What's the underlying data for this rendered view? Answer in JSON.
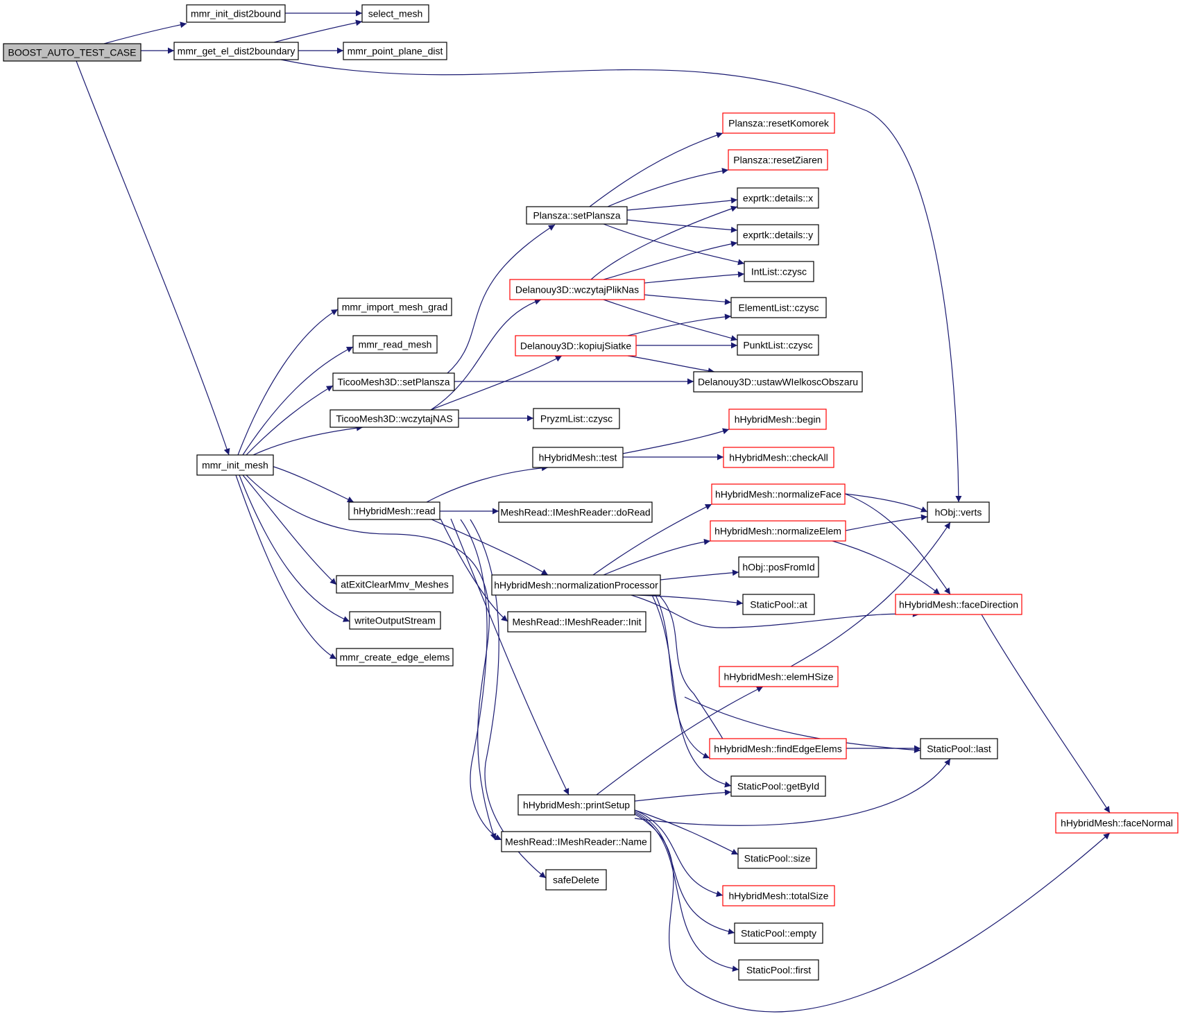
{
  "colors": {
    "edge": "#191970",
    "node_border": "#000000",
    "node_border_truncated": "#ff0000",
    "root_fill": "#bfbfbf",
    "node_fill": "#ffffff"
  },
  "nodes": [
    {
      "id": "boost",
      "label": "BOOST_AUTO_TEST_CASE",
      "root": true
    },
    {
      "id": "init_dist2bound",
      "label": "mmr_init_dist2bound"
    },
    {
      "id": "select_mesh",
      "label": "select_mesh"
    },
    {
      "id": "get_el_dist",
      "label": "mmr_get_el_dist2boundary"
    },
    {
      "id": "point_plane",
      "label": "mmr_point_plane_dist"
    },
    {
      "id": "resetKomorek",
      "label": "Plansza::resetKomorek",
      "truncated": true
    },
    {
      "id": "resetZiaren",
      "label": "Plansza::resetZiaren",
      "truncated": true
    },
    {
      "id": "setPlansza",
      "label": "Plansza::setPlansza"
    },
    {
      "id": "det_x",
      "label": "exprtk::details::x"
    },
    {
      "id": "det_y",
      "label": "exprtk::details::y"
    },
    {
      "id": "intlist",
      "label": "IntList::czysc"
    },
    {
      "id": "wczytajPlikNas",
      "label": "Delanouy3D::wczytajPlikNas",
      "truncated": true
    },
    {
      "id": "elementlist",
      "label": "ElementList::czysc"
    },
    {
      "id": "import_grad",
      "label": "mmr_import_mesh_grad"
    },
    {
      "id": "read_mesh",
      "label": "mmr_read_mesh"
    },
    {
      "id": "kopiujSiatke",
      "label": "Delanouy3D::kopiujSiatke",
      "truncated": true
    },
    {
      "id": "punktlist",
      "label": "PunktList::czysc"
    },
    {
      "id": "ticoo_set",
      "label": "TicooMesh3D::setPlansza"
    },
    {
      "id": "ustaw",
      "label": "Delanouy3D::ustawWIelkoscObszaru"
    },
    {
      "id": "ticoo_nas",
      "label": "TicooMesh3D::wczytajNAS"
    },
    {
      "id": "pryzm",
      "label": "PryzmList::czysc"
    },
    {
      "id": "begin",
      "label": "hHybridMesh::begin",
      "truncated": true
    },
    {
      "id": "init_mesh",
      "label": "mmr_init_mesh"
    },
    {
      "id": "test",
      "label": "hHybridMesh::test"
    },
    {
      "id": "checkAll",
      "label": "hHybridMesh::checkAll",
      "truncated": true
    },
    {
      "id": "normFace",
      "label": "hHybridMesh::normalizeFace",
      "truncated": true
    },
    {
      "id": "hread",
      "label": "hHybridMesh::read"
    },
    {
      "id": "doRead",
      "label": "MeshRead::IMeshReader::doRead"
    },
    {
      "id": "verts",
      "label": "hObj::verts"
    },
    {
      "id": "normElem",
      "label": "hHybridMesh::normalizeElem",
      "truncated": true
    },
    {
      "id": "posFromId",
      "label": "hObj::posFromId"
    },
    {
      "id": "atexit",
      "label": "atExitClearMmv_Meshes"
    },
    {
      "id": "normProc",
      "label": "hHybridMesh::normalizationProcessor"
    },
    {
      "id": "sp_at",
      "label": "StaticPool::at"
    },
    {
      "id": "faceDir",
      "label": "hHybridMesh::faceDirection",
      "truncated": true
    },
    {
      "id": "writeOut",
      "label": "writeOutputStream"
    },
    {
      "id": "minit",
      "label": "MeshRead::IMeshReader::Init"
    },
    {
      "id": "edge_elems",
      "label": "mmr_create_edge_elems"
    },
    {
      "id": "elemHSize",
      "label": "hHybridMesh::elemHSize",
      "truncated": true
    },
    {
      "id": "findEdge",
      "label": "hHybridMesh::findEdgeElems",
      "truncated": true
    },
    {
      "id": "sp_last",
      "label": "StaticPool::last"
    },
    {
      "id": "getById",
      "label": "StaticPool::getById"
    },
    {
      "id": "printSetup",
      "label": "hHybridMesh::printSetup"
    },
    {
      "id": "faceNormal",
      "label": "hHybridMesh::faceNormal",
      "truncated": true
    },
    {
      "id": "mname",
      "label": "MeshRead::IMeshReader::Name"
    },
    {
      "id": "sp_size",
      "label": "StaticPool::size"
    },
    {
      "id": "safeDelete",
      "label": "safeDelete"
    },
    {
      "id": "totalSize",
      "label": "hHybridMesh::totalSize",
      "truncated": true
    },
    {
      "id": "sp_empty",
      "label": "StaticPool::empty"
    },
    {
      "id": "sp_first",
      "label": "StaticPool::first"
    }
  ]
}
